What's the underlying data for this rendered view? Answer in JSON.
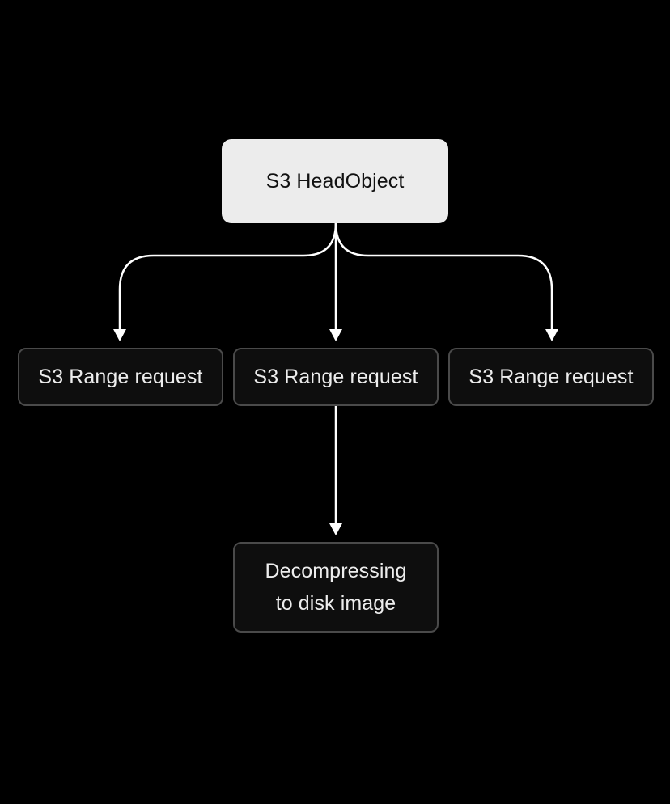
{
  "nodes": {
    "root": {
      "label": "S3 HeadObject"
    },
    "range_requests": [
      {
        "label": "S3 Range request"
      },
      {
        "label": "S3 Range request"
      },
      {
        "label": "S3 Range request"
      }
    ],
    "decompress": {
      "line1": "Decompressing",
      "line2": "to disk image"
    }
  },
  "colors": {
    "background": "#000000",
    "root_fill": "#ececec",
    "node_fill": "#0e0e0e",
    "node_border": "#4a4a4a",
    "edge": "#ffffff"
  }
}
